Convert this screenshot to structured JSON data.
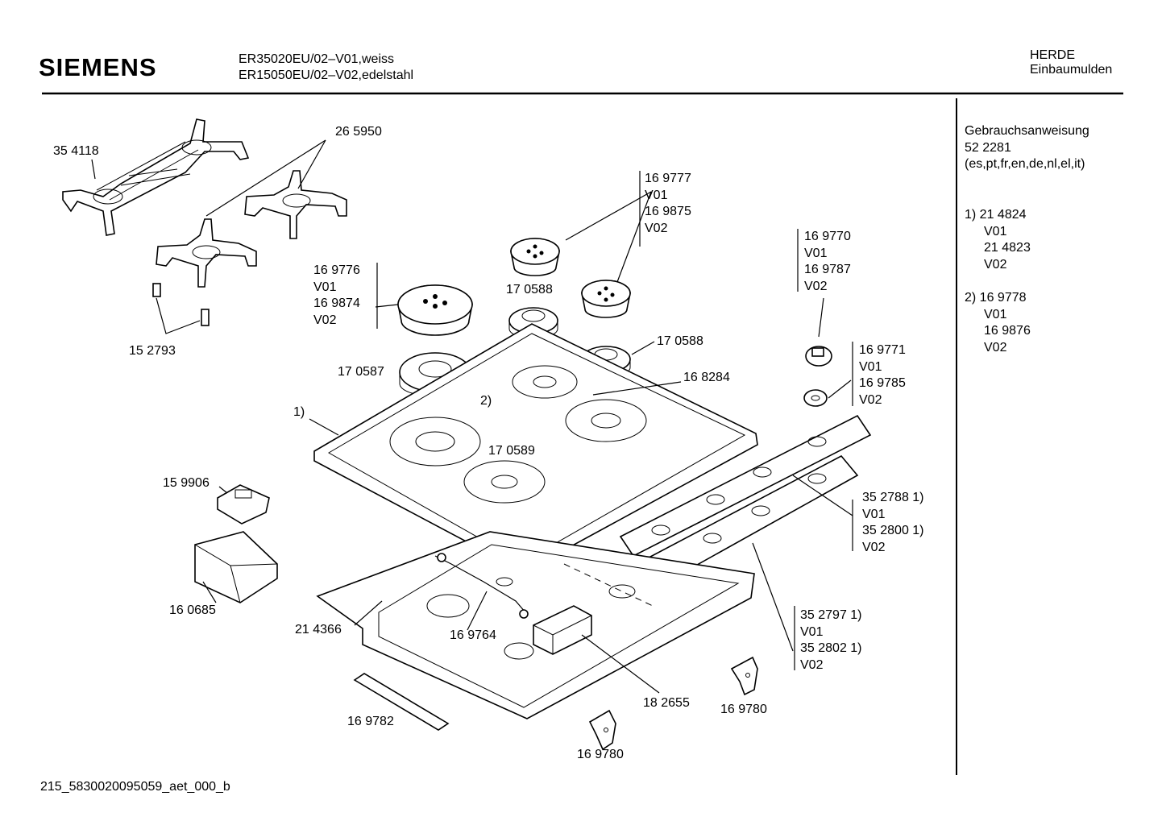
{
  "header": {
    "brand": "SIEMENS",
    "model_line_1": "ER35020EU/02–V01,weiss",
    "model_line_2": "ER15050EU/02–V02,edelstahl",
    "category": "HERDE",
    "subcategory": "Einbaumulden"
  },
  "sidebar": {
    "manual_title": "Gebrauchsanweisung",
    "manual_number": "52 2281",
    "manual_languages": "(es,pt,fr,en,de,nl,el,it)",
    "note1": [
      "1) 21 4824",
      "V01",
      "21 4823",
      "V02"
    ],
    "note2": [
      "2) 16 9778",
      "V01",
      "16 9876",
      "V02"
    ]
  },
  "labels": {
    "p354118": "35 4118",
    "p265950": "26 5950",
    "p152793": "15 2793",
    "p169777": [
      "16 9777",
      "V01",
      "16 9875",
      "V02"
    ],
    "p169776": [
      "16 9776",
      "V01",
      "16 9874",
      "V02"
    ],
    "p170588a": "17 0588",
    "p170588b": "17 0588",
    "p170587": "17 0587",
    "p168284": "16 8284",
    "p2": "2)",
    "p1": "1)",
    "p170589": "17 0589",
    "p169770": [
      "16 9770",
      "V01",
      "16 9787",
      "V02"
    ],
    "p169771": [
      "16 9771",
      "V01",
      "16 9785",
      "V02"
    ],
    "p159906": "15 9906",
    "p160685": "16 0685",
    "p214366": "21 4366",
    "p169764": "16 9764",
    "p352788": [
      "35 2788 1)",
      "V01",
      "35 2800 1)",
      "V02"
    ],
    "p352797": [
      "35 2797 1)",
      "V01",
      "35 2802 1)",
      "V02"
    ],
    "p182655": "18 2655",
    "p169780a": "16 9780",
    "p169780b": "16 9780",
    "p169782": "16 9782"
  },
  "footer": {
    "code": "215_5830020095059_aet_000_b"
  }
}
